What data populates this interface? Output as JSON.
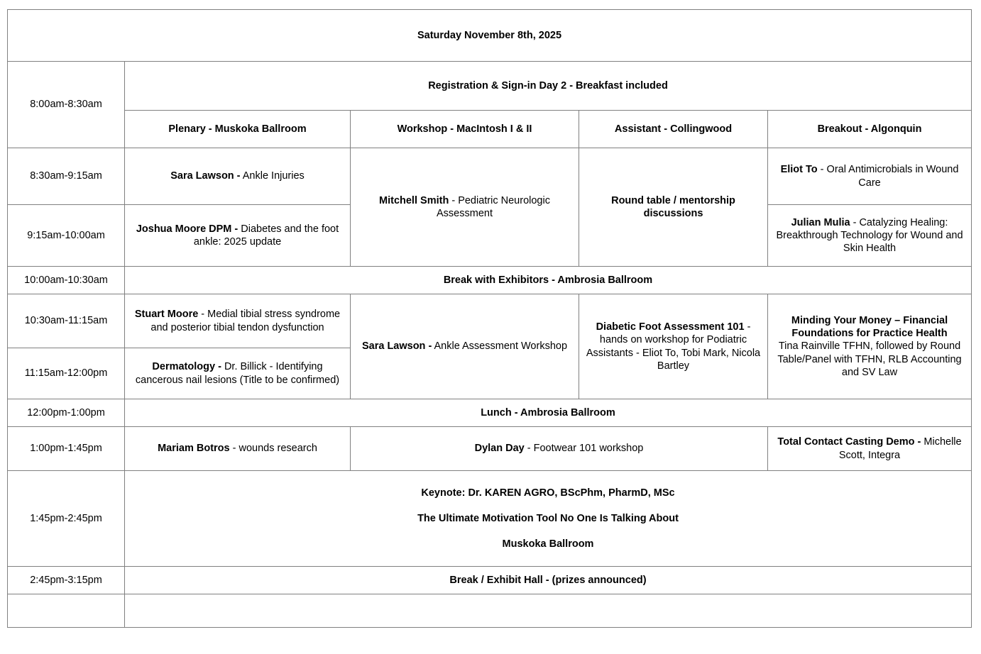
{
  "day_banner": "Saturday November 8th, 2025",
  "columns": {
    "time_header": "",
    "rooms": [
      "Plenary - Muskoka Ballroom",
      "Workshop - MacIntosh I & II",
      "Assistant - Collingwood",
      "Breakout - Algonquin"
    ]
  },
  "times": {
    "t0800": "8:00am-8:30am",
    "t0830": "8:30am-9:15am",
    "t0915": "9:15am-10:00am",
    "t1000": "10:00am-10:30am",
    "t1030": "10:30am-11:15am",
    "t1115": "11:15am-12:00pm",
    "t1200": "12:00pm-1:00pm",
    "t0100": "1:00pm-1:45pm",
    "t0145": "1:45pm-2:45pm",
    "t0245": "2:45pm-3:15pm",
    "t_blank": ""
  },
  "sessions": {
    "registration": "Registration & Sign-in Day 2 - Breakfast included",
    "sara_lawson_ankle": {
      "speaker": "Sara Lawson -",
      "title": " Ankle Injuries"
    },
    "joshua_moore": {
      "speaker": "Joshua Moore DPM -",
      "title": " Diabetes and the foot ankle: 2025 update"
    },
    "mitchell_smith": {
      "speaker": "Mitchell Smith",
      "title": " - Pediatric  Neurologic Assessment"
    },
    "round_table": "Round table / mentorship discussions",
    "eliot_to": {
      "speaker": "Eliot To",
      "title": " -  Oral Antimicrobials in Wound Care"
    },
    "julian_mulia": {
      "speaker": "Julian Mulia",
      "title": " - Catalyzing Healing: Breakthrough Technology for Wound and Skin Health"
    },
    "break_exhibitors": "Break with Exhibitors - Ambrosia Ballroom",
    "stuart_moore": {
      "speaker": "Stuart Moore",
      "title": " - Medial tibial stress syndrome and posterior tibial tendon dysfunction"
    },
    "dermatology": {
      "speaker": "Dermatology -",
      "title": " Dr. Billick - Identifying cancerous nail lesions (Title to be confirmed)"
    },
    "sara_lawson_workshop": {
      "speaker": "Sara Lawson -",
      "title": " Ankle Assessment Workshop"
    },
    "diabetic_foot": {
      "speaker": "Diabetic Foot Assessment 101",
      "title": " - hands on workshop for Podiatric Assistants   - Eliot To, Tobi Mark, Nicola Bartley"
    },
    "minding_money": {
      "speaker": "Minding Your Money – Financial Foundations for Practice Health",
      "title": "Tina Rainville TFHN, followed by Round Table/Panel with TFHN, RLB Accounting and SV Law"
    },
    "lunch": "Lunch - Ambrosia Ballroom",
    "mariam_botros": {
      "speaker": "Mariam Botros",
      "title": " - wounds research"
    },
    "dylan_day": {
      "speaker": "Dylan Day",
      "title": " - Footwear 101 workshop"
    },
    "total_contact": {
      "speaker": "Total Contact Casting Demo -",
      "title": " Michelle Scott, Integra"
    },
    "keynote": {
      "line1": "Keynote: Dr. KAREN AGRO, BScPhm, PharmD, MSc",
      "line2": "The Ultimate Motivation Tool No One Is Talking About",
      "line3": "Muskoka Ballroom"
    },
    "break_exhibit_hall": "Break / Exhibit Hall - (prizes announced)",
    "footer_band": ""
  },
  "colors": {
    "day_banner_bg": "#cd6466",
    "room_header_bg": "#f8e2cc",
    "break_bg": "#cccccc",
    "keynote_bg": "#f2d2d2",
    "footer_band_bg": "#dd9a9a",
    "grid_line": "#808080"
  }
}
